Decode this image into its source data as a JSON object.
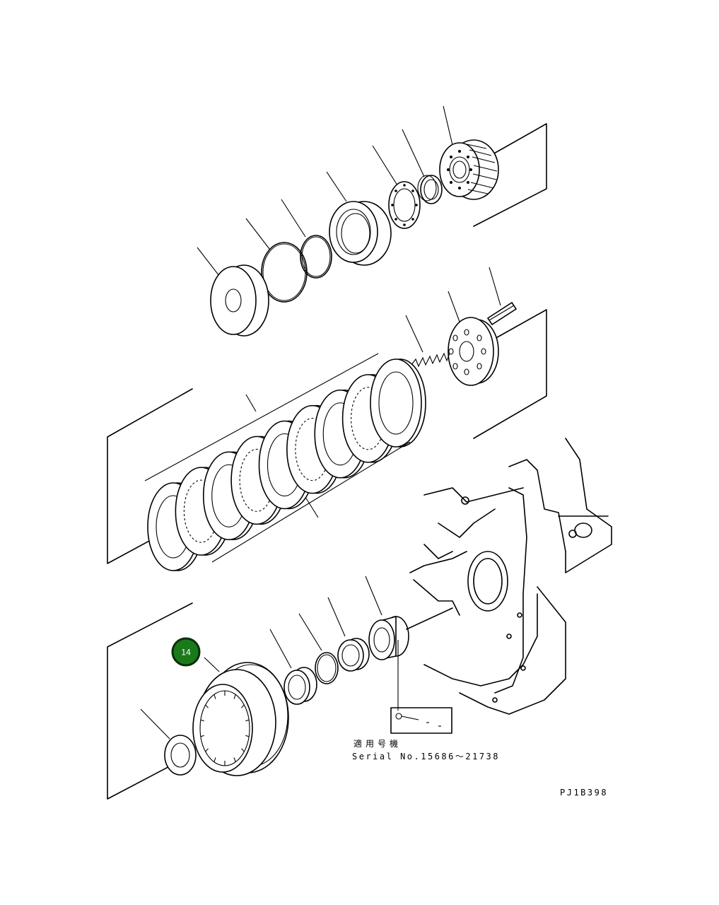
{
  "callout": {
    "number": "14",
    "fill": "#1a7a1a",
    "stroke": "#0b2e0b"
  },
  "note": {
    "label_jp": "適用号機",
    "serial": "Serial No.15686～21738"
  },
  "drawing_code": "PJ1B398"
}
